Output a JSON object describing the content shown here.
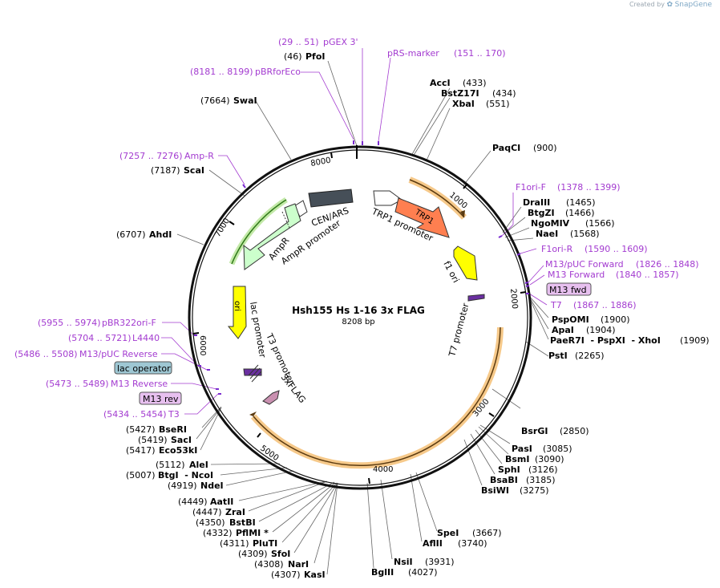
{
  "brand": {
    "created_by": "Created by",
    "logo_text": "SnapGene"
  },
  "plasmid": {
    "name": "Hsh155 Hs 1-16 3x FLAG",
    "length_label": "8208 bp",
    "length_bp": 8208
  },
  "ruler_ticks": [
    "1000",
    "2000",
    "3000",
    "4000",
    "5000",
    "6000",
    "7000",
    "8000"
  ],
  "colors": {
    "primer": "#a33bd0",
    "promoter": "#ffffff",
    "ori": "#ffff00",
    "trp1": "#ff7f50",
    "ampr": "#ccffcc",
    "cen": "#464f58",
    "flag": "#c990b0",
    "highlight_box": "#e7c0ef",
    "operator_box": "#9ec7d3"
  },
  "features": [
    {
      "name": "CEN/ARS"
    },
    {
      "name": "TRP1 promoter"
    },
    {
      "name": "TRP1"
    },
    {
      "name": "f1 ori"
    },
    {
      "name": "AmpR"
    },
    {
      "name": "AmpR promoter"
    },
    {
      "name": "ori"
    },
    {
      "name": "lac promoter"
    },
    {
      "name": "T3 promoter"
    },
    {
      "name": "3xFLAG"
    },
    {
      "name": "T7 promoter"
    }
  ],
  "boxed_labels": [
    {
      "text": "M13 fwd",
      "style": "primer-box"
    },
    {
      "text": "lac operator",
      "style": "operator-box"
    },
    {
      "text": "M13 rev",
      "style": "primer-box"
    }
  ],
  "enzymes": [
    {
      "name": "PfoI",
      "pos": "(46)"
    },
    {
      "name": "AccI",
      "pos": "(433)"
    },
    {
      "name": "BstZ17I",
      "pos": "(434)"
    },
    {
      "name": "XbaI",
      "pos": "(551)"
    },
    {
      "name": "PaqCI",
      "pos": "(900)"
    },
    {
      "name": "DraIII",
      "pos": "(1465)"
    },
    {
      "name": "BtgZI",
      "pos": "(1466)"
    },
    {
      "name": "NgoMIV",
      "pos": "(1566)"
    },
    {
      "name": "NaeI",
      "pos": "(1568)"
    },
    {
      "name": "PspOMI",
      "pos": "(1900)"
    },
    {
      "name": "ApaI",
      "pos": "(1904)"
    },
    {
      "name": "PaeR7I",
      "pos": "(1909)",
      "joined": "PaeR7I  - PspXI  - XhoI"
    },
    {
      "name": "PstI",
      "pos": "(2265)"
    },
    {
      "name": "BsrGI",
      "pos": "(2850)"
    },
    {
      "name": "PasI",
      "pos": "(3085)"
    },
    {
      "name": "BsmI",
      "pos": "(3090)"
    },
    {
      "name": "SphI",
      "pos": "(3126)"
    },
    {
      "name": "BsaBI",
      "pos": "(3185)"
    },
    {
      "name": "BsiWI",
      "pos": "(3275)"
    },
    {
      "name": "SpeI",
      "pos": "(3667)"
    },
    {
      "name": "AflII",
      "pos": "(3740)"
    },
    {
      "name": "NsiI",
      "pos": "(3931)"
    },
    {
      "name": "BglII",
      "pos": "(4027)"
    },
    {
      "name": "KasI",
      "pos": "(4307)"
    },
    {
      "name": "NarI",
      "pos": "(4308)"
    },
    {
      "name": "SfoI",
      "pos": "(4309)"
    },
    {
      "name": "PluTI",
      "pos": "(4311)"
    },
    {
      "name": "PflMI *",
      "pos": "(4332)"
    },
    {
      "name": "BstBI",
      "pos": "(4350)"
    },
    {
      "name": "ZraI",
      "pos": "(4447)"
    },
    {
      "name": "AatII",
      "pos": "(4449)"
    },
    {
      "name": "NdeI",
      "pos": "(4919)"
    },
    {
      "name": "BtgI  - NcoI",
      "pos": "(5007)"
    },
    {
      "name": "AleI",
      "pos": "(5112)"
    },
    {
      "name": "Eco53kI",
      "pos": "(5417)"
    },
    {
      "name": "SacI",
      "pos": "(5419)"
    },
    {
      "name": "BseRI",
      "pos": "(5427)"
    },
    {
      "name": "AhdI",
      "pos": "(6707)"
    },
    {
      "name": "ScaI",
      "pos": "(7187)"
    },
    {
      "name": "SwaI",
      "pos": "(7664)"
    }
  ],
  "primers": [
    {
      "range": "(29 .. 51)",
      "name": "pGEX 3'"
    },
    {
      "name": "pRS-marker",
      "range": "(151 .. 170)"
    },
    {
      "range": "(8181 .. 8199)",
      "name": "pBRforEco"
    },
    {
      "name": "F1ori-F",
      "range": "(1378 .. 1399)"
    },
    {
      "name": "F1ori-R",
      "range": "(1590 .. 1609)"
    },
    {
      "name": "M13/pUC Forward",
      "range": "(1826 .. 1848)"
    },
    {
      "name": "M13 Forward",
      "range": "(1840 .. 1857)"
    },
    {
      "name": "T7",
      "range": "(1867 .. 1886)"
    },
    {
      "range": "(7257 .. 7276)",
      "name": "Amp-R"
    },
    {
      "range": "(5955 .. 5974)",
      "name": "pBR322ori-F"
    },
    {
      "range": "(5704 .. 5721)",
      "name": "L4440"
    },
    {
      "range": "(5486 .. 5508)",
      "name": "M13/pUC Reverse"
    },
    {
      "range": "(5473 .. 5489)",
      "name": "M13 Reverse"
    },
    {
      "range": "(5434 .. 5454)",
      "name": "T3"
    }
  ]
}
